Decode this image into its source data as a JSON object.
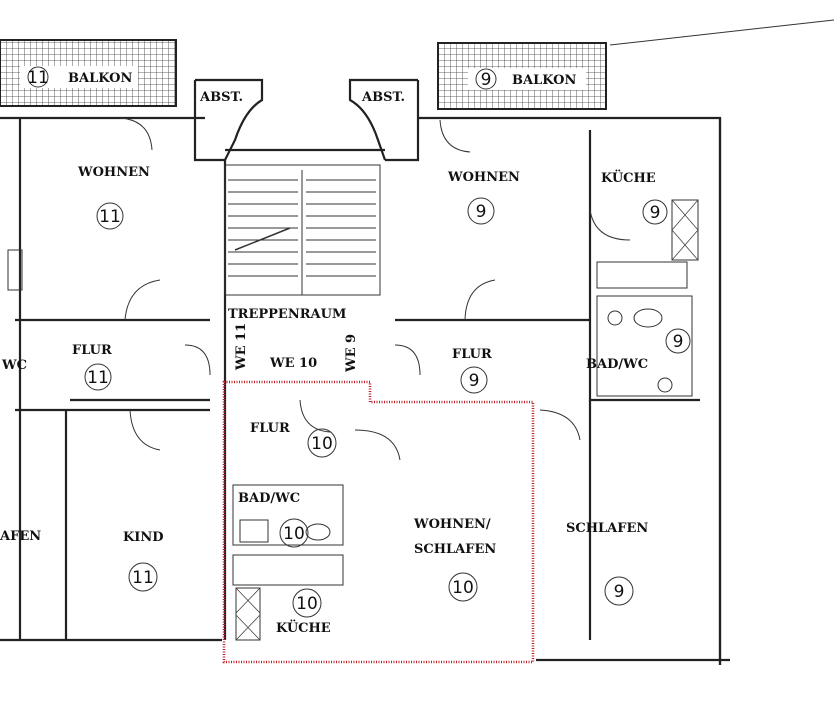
{
  "plan": {
    "highlight_color": "#c0202a",
    "rooms": {
      "balkon_11": {
        "label": "BALKON",
        "unit": "11"
      },
      "balkon_9": {
        "label": "BALKON",
        "unit": "9"
      },
      "abst_left": {
        "label": "ABST."
      },
      "abst_right": {
        "label": "ABST."
      },
      "wohnen_11": {
        "label": "WOHNEN",
        "unit": "11"
      },
      "wohnen_9": {
        "label": "WOHNEN",
        "unit": "9"
      },
      "kuche_9": {
        "label": "KÜCHE",
        "unit": "9"
      },
      "treppenraum": {
        "label": "TREPPENRAUM"
      },
      "we11": {
        "label": "WE 11"
      },
      "we10": {
        "label": "WE 10"
      },
      "we9": {
        "label": "WE 9"
      },
      "flur_11": {
        "label": "FLUR",
        "unit": "11"
      },
      "flur_9": {
        "label": "FLUR",
        "unit": "9"
      },
      "bad_9": {
        "label": "BAD/WC",
        "unit": "9"
      },
      "wc_11": {
        "label": "WC"
      },
      "flur_10": {
        "label": "FLUR",
        "unit": "10"
      },
      "bad_10": {
        "label": "BAD/WC",
        "unit": "10"
      },
      "kuche_10": {
        "label": "KÜCHE",
        "unit": "10"
      },
      "wohnen_schlafen_10": {
        "label1": "WOHNEN/",
        "label2": "SCHLAFEN",
        "unit": "10"
      },
      "kind_11": {
        "label": "KIND",
        "unit": "11"
      },
      "schlafen_9": {
        "label": "SCHLAFEN",
        "unit": "9"
      },
      "schlafen_11": {
        "label": "AFEN"
      }
    }
  }
}
